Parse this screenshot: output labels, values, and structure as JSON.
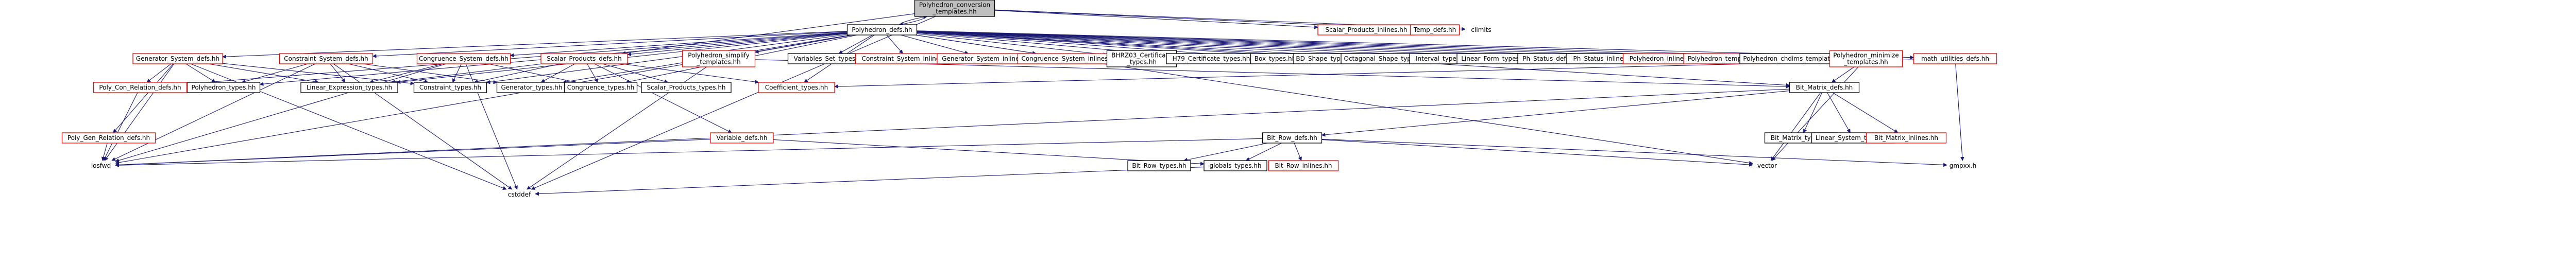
{
  "diagram": {
    "type": "include-dependency-graph",
    "colors": {
      "edge": "#191970",
      "box_black": "#000000",
      "box_red": "#ff0000",
      "box_current_fill": "#bfbfbf",
      "text": "#000000"
    },
    "nodes": [
      {
        "id": "root",
        "lines": [
          "Polyhedron_conversion",
          "_templates.hh"
        ],
        "style": "current"
      },
      {
        "id": "pdefs",
        "lines": [
          "Polyhedron_defs.hh"
        ],
        "style": "black"
      },
      {
        "id": "sci",
        "lines": [
          "Scalar_Products_inlines.hh"
        ],
        "style": "red"
      },
      {
        "id": "tdefs",
        "lines": [
          "Temp_defs.hh"
        ],
        "style": "red"
      },
      {
        "id": "climits",
        "lines": [
          "climits"
        ],
        "style": "none"
      },
      {
        "id": "gsd",
        "lines": [
          "Generator_System_defs.hh"
        ],
        "style": "red"
      },
      {
        "id": "csd",
        "lines": [
          "Constraint_System_defs.hh"
        ],
        "style": "red"
      },
      {
        "id": "cgsd",
        "lines": [
          "Congruence_System_defs.hh"
        ],
        "style": "red"
      },
      {
        "id": "spd",
        "lines": [
          "Scalar_Products_defs.hh"
        ],
        "style": "red"
      },
      {
        "id": "pst",
        "lines": [
          "Polyhedron_simplify",
          "_templates.hh"
        ],
        "style": "red"
      },
      {
        "id": "vst",
        "lines": [
          "Variables_Set_types.hh"
        ],
        "style": "black"
      },
      {
        "id": "csi",
        "lines": [
          "Constraint_System_inlines.hh"
        ],
        "style": "red"
      },
      {
        "id": "gsi",
        "lines": [
          "Generator_System_inlines.hh"
        ],
        "style": "red"
      },
      {
        "id": "cgsi",
        "lines": [
          "Congruence_System_inlines.hh"
        ],
        "style": "red"
      },
      {
        "id": "bhrz",
        "lines": [
          "BHRZ03_Certificate",
          "_types.hh"
        ],
        "style": "black"
      },
      {
        "id": "h79",
        "lines": [
          "H79_Certificate_types.hh"
        ],
        "style": "black"
      },
      {
        "id": "boxt",
        "lines": [
          "Box_types.hh"
        ],
        "style": "black"
      },
      {
        "id": "bds",
        "lines": [
          "BD_Shape_types.hh"
        ],
        "style": "black"
      },
      {
        "id": "oct",
        "lines": [
          "Octagonal_Shape_types.hh"
        ],
        "style": "black"
      },
      {
        "id": "intt",
        "lines": [
          "Interval_types.hh"
        ],
        "style": "black"
      },
      {
        "id": "lft",
        "lines": [
          "Linear_Form_types.hh"
        ],
        "style": "black"
      },
      {
        "id": "pss",
        "lines": [
          "Ph_Status_defs.hh"
        ],
        "style": "black"
      },
      {
        "id": "psi",
        "lines": [
          "Ph_Status_inlines.hh"
        ],
        "style": "black"
      },
      {
        "id": "pinl",
        "lines": [
          "Polyhedron_inlines.hh"
        ],
        "style": "red"
      },
      {
        "id": "ptmp",
        "lines": [
          "Polyhedron_templates.hh"
        ],
        "style": "red"
      },
      {
        "id": "pchm",
        "lines": [
          "Polyhedron_chdims_templates.hh"
        ],
        "style": "black"
      },
      {
        "id": "pmin",
        "lines": [
          "Polyhedron_minimize",
          "_templates.hh"
        ],
        "style": "red"
      },
      {
        "id": "mud",
        "lines": [
          "math_utilities_defs.hh"
        ],
        "style": "red"
      },
      {
        "id": "pcrd",
        "lines": [
          "Poly_Con_Relation_defs.hh"
        ],
        "style": "red"
      },
      {
        "id": "polyt",
        "lines": [
          "Polyhedron_types.hh"
        ],
        "style": "black"
      },
      {
        "id": "lext",
        "lines": [
          "Linear_Expression_types.hh"
        ],
        "style": "black"
      },
      {
        "id": "cont",
        "lines": [
          "Constraint_types.hh"
        ],
        "style": "black"
      },
      {
        "id": "gent",
        "lines": [
          "Generator_types.hh"
        ],
        "style": "black"
      },
      {
        "id": "cgt",
        "lines": [
          "Congruence_types.hh"
        ],
        "style": "black"
      },
      {
        "id": "spt",
        "lines": [
          "Scalar_Products_types.hh"
        ],
        "style": "black"
      },
      {
        "id": "coeft",
        "lines": [
          "Coefficient_types.hh"
        ],
        "style": "red"
      },
      {
        "id": "bmd",
        "lines": [
          "Bit_Matrix_defs.hh"
        ],
        "style": "black"
      },
      {
        "id": "psrd",
        "lines": [
          "Poly_Gen_Relation_defs.hh"
        ],
        "style": "red"
      },
      {
        "id": "vard",
        "lines": [
          "Variable_defs.hh"
        ],
        "style": "red"
      },
      {
        "id": "brd",
        "lines": [
          "Bit_Row_defs.hh"
        ],
        "style": "black"
      },
      {
        "id": "bmt",
        "lines": [
          "Bit_Matrix_types.hh"
        ],
        "style": "black"
      },
      {
        "id": "lst",
        "lines": [
          "Linear_System_types.hh"
        ],
        "style": "black"
      },
      {
        "id": "bmi",
        "lines": [
          "Bit_Matrix_inlines.hh"
        ],
        "style": "red"
      },
      {
        "id": "iosfwd",
        "lines": [
          "iosfwd"
        ],
        "style": "none"
      },
      {
        "id": "brt",
        "lines": [
          "Bit_Row_types.hh"
        ],
        "style": "black"
      },
      {
        "id": "glob",
        "lines": [
          "globals_types.hh"
        ],
        "style": "black"
      },
      {
        "id": "bri",
        "lines": [
          "Bit_Row_inlines.hh"
        ],
        "style": "red"
      },
      {
        "id": "vector",
        "lines": [
          "vector"
        ],
        "style": "none"
      },
      {
        "id": "gmpxx",
        "lines": [
          "gmpxx.h"
        ],
        "style": "none"
      },
      {
        "id": "cstddef",
        "lines": [
          "cstddef"
        ],
        "style": "none"
      }
    ],
    "edges": [
      [
        "root",
        "pdefs"
      ],
      [
        "root",
        "sci"
      ],
      [
        "root",
        "tdefs"
      ],
      [
        "root",
        "climits"
      ],
      [
        "root",
        "spd"
      ],
      [
        "root",
        "cstddef"
      ],
      [
        "pdefs",
        "root"
      ],
      [
        "pdefs",
        "gsd"
      ],
      [
        "pdefs",
        "csd"
      ],
      [
        "pdefs",
        "cgsd"
      ],
      [
        "pdefs",
        "spd"
      ],
      [
        "pdefs",
        "pst"
      ],
      [
        "pdefs",
        "vst"
      ],
      [
        "pdefs",
        "csi"
      ],
      [
        "pdefs",
        "gsi"
      ],
      [
        "pdefs",
        "cgsi"
      ],
      [
        "pdefs",
        "bhrz"
      ],
      [
        "pdefs",
        "h79"
      ],
      [
        "pdefs",
        "boxt"
      ],
      [
        "pdefs",
        "bds"
      ],
      [
        "pdefs",
        "oct"
      ],
      [
        "pdefs",
        "intt"
      ],
      [
        "pdefs",
        "lft"
      ],
      [
        "pdefs",
        "pss"
      ],
      [
        "pdefs",
        "psi"
      ],
      [
        "pdefs",
        "pinl"
      ],
      [
        "pdefs",
        "ptmp"
      ],
      [
        "pdefs",
        "pchm"
      ],
      [
        "pdefs",
        "pmin"
      ],
      [
        "pdefs",
        "mud"
      ],
      [
        "pdefs",
        "pcrd"
      ],
      [
        "pdefs",
        "polyt"
      ],
      [
        "pdefs",
        "lext"
      ],
      [
        "pdefs",
        "cont"
      ],
      [
        "pdefs",
        "gent"
      ],
      [
        "pdefs",
        "cgt"
      ],
      [
        "pdefs",
        "coeft"
      ],
      [
        "pdefs",
        "bmd"
      ],
      [
        "pdefs",
        "iosfwd"
      ],
      [
        "pdefs",
        "vector"
      ],
      [
        "gsd",
        "pcrd"
      ],
      [
        "gsd",
        "polyt"
      ],
      [
        "gsd",
        "lext"
      ],
      [
        "gsd",
        "cont"
      ],
      [
        "gsd",
        "iosfwd"
      ],
      [
        "gsd",
        "psrd"
      ],
      [
        "gsd",
        "cstddef"
      ],
      [
        "csd",
        "polyt"
      ],
      [
        "csd",
        "lext"
      ],
      [
        "csd",
        "cont"
      ],
      [
        "csd",
        "gent"
      ],
      [
        "csd",
        "iosfwd"
      ],
      [
        "csd",
        "cstddef"
      ],
      [
        "cgsd",
        "lext"
      ],
      [
        "cgsd",
        "cont"
      ],
      [
        "cgsd",
        "cgt"
      ],
      [
        "cgsd",
        "iosfwd"
      ],
      [
        "cgsd",
        "cstddef"
      ],
      [
        "spd",
        "lext"
      ],
      [
        "spd",
        "cont"
      ],
      [
        "spd",
        "gent"
      ],
      [
        "spd",
        "cgt"
      ],
      [
        "spd",
        "spt"
      ],
      [
        "spd",
        "coeft"
      ],
      [
        "spd",
        "vard"
      ],
      [
        "pst",
        "bmd"
      ],
      [
        "pst",
        "cstddef"
      ],
      [
        "pmin",
        "bmd"
      ],
      [
        "pmin",
        "vector"
      ],
      [
        "mud",
        "coeft"
      ],
      [
        "mud",
        "gmpxx"
      ],
      [
        "pcrd",
        "iosfwd"
      ],
      [
        "psrd",
        "iosfwd"
      ],
      [
        "vard",
        "iosfwd"
      ],
      [
        "vard",
        "glob"
      ],
      [
        "bmd",
        "brd"
      ],
      [
        "bmd",
        "bmt"
      ],
      [
        "bmd",
        "lst"
      ],
      [
        "bmd",
        "bmi"
      ],
      [
        "bmd",
        "vector"
      ],
      [
        "bmd",
        "iosfwd"
      ],
      [
        "brd",
        "brt"
      ],
      [
        "brd",
        "glob"
      ],
      [
        "brd",
        "bri"
      ],
      [
        "brd",
        "vector"
      ],
      [
        "brd",
        "gmpxx"
      ],
      [
        "brd",
        "iosfwd"
      ],
      [
        "glob",
        "cstddef"
      ]
    ]
  }
}
